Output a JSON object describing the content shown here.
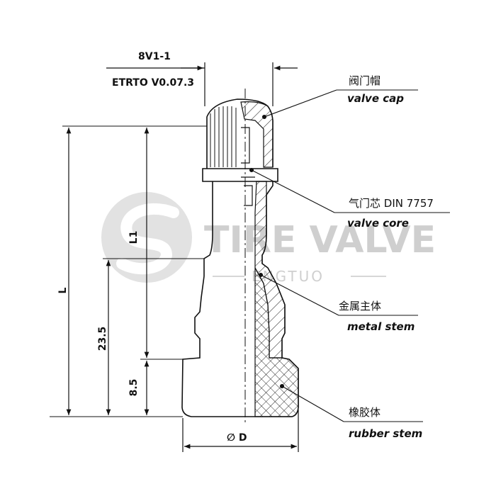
{
  "standards": {
    "primary": "8V1-1",
    "secondary": "ETRTO V0.07.3"
  },
  "parts": [
    {
      "zh": "阀门帽",
      "en": "valve cap"
    },
    {
      "zh": "气门芯 DIN 7757",
      "en": "valve core"
    },
    {
      "zh": "金属主体",
      "en": "metal stem"
    },
    {
      "zh": "橡胶体",
      "en": "rubber stem"
    }
  ],
  "dimensions": {
    "overall": "L",
    "upper": "L1",
    "mid": "23.5",
    "base": "8.5",
    "diameter": "∅ D"
  },
  "watermark": {
    "brand": "TIRE VALVE",
    "sub": "ENGTUO"
  },
  "colors": {
    "line": "#111111",
    "watermark": "#cfcfcf"
  }
}
